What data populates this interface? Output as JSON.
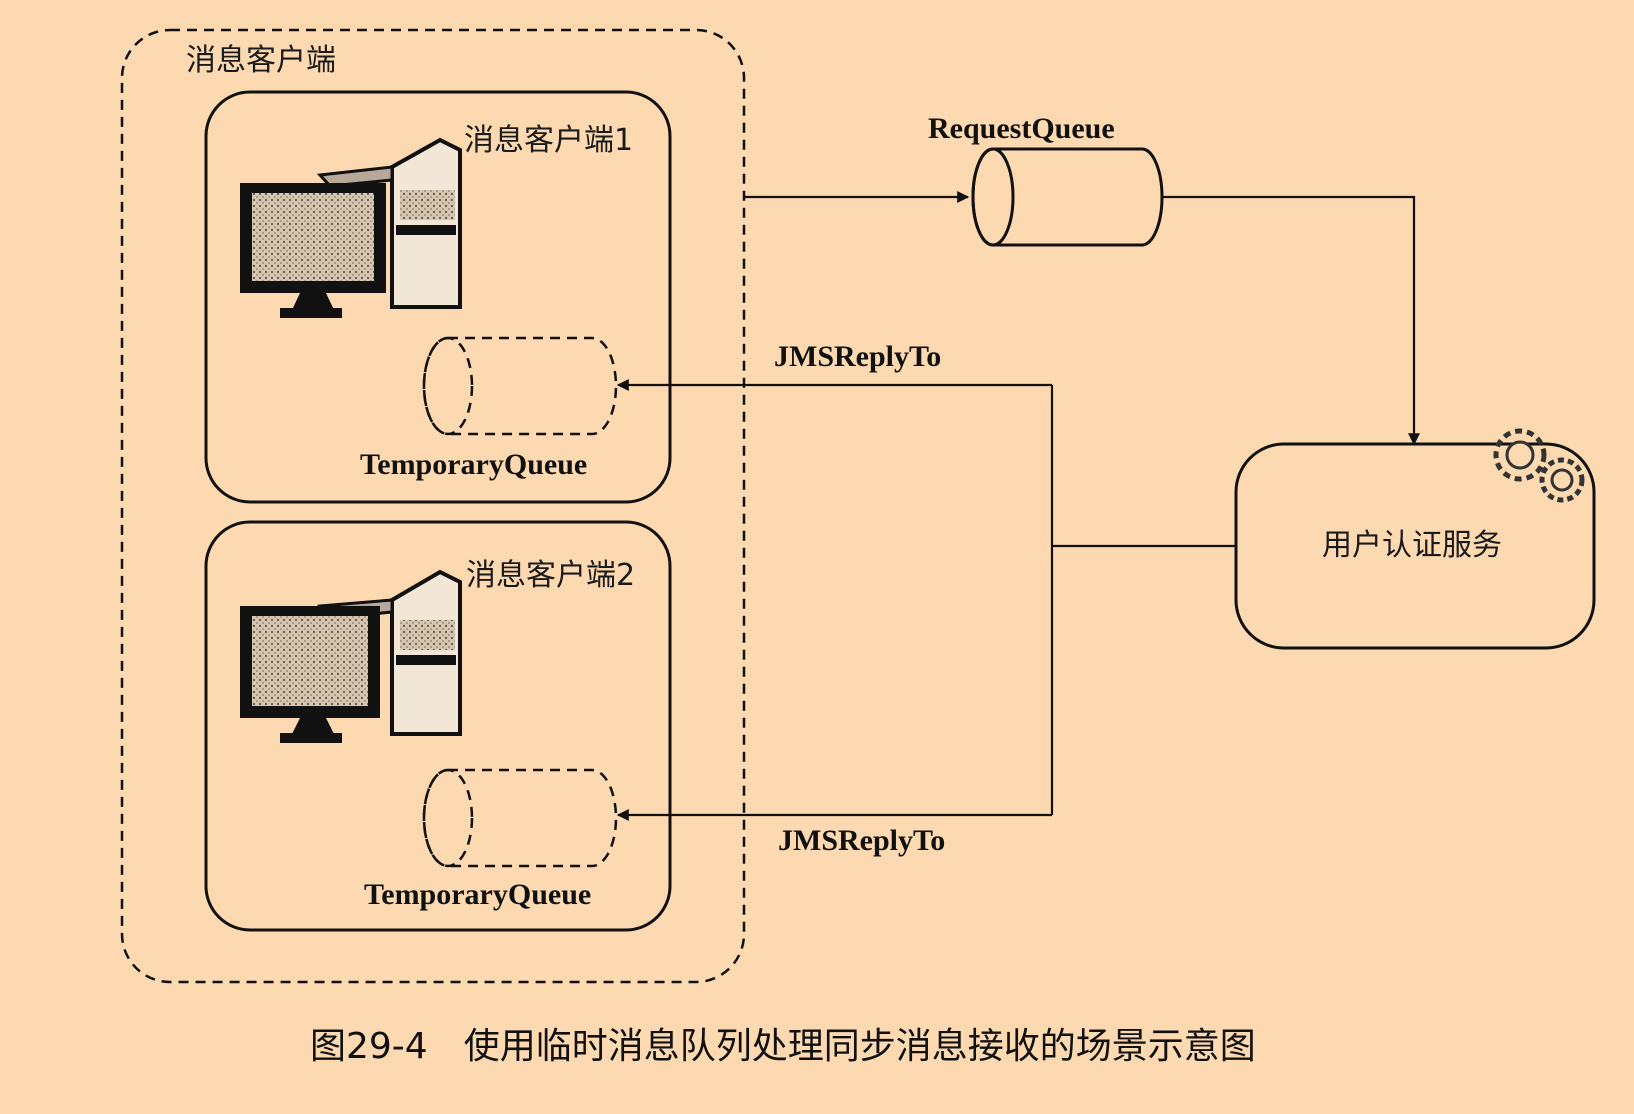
{
  "outer_group": {
    "label": "消息客户端"
  },
  "clients": [
    {
      "label": "消息客户端1",
      "queue_label": "TemporaryQueue"
    },
    {
      "label": "消息客户端2",
      "queue_label": "TemporaryQueue"
    }
  ],
  "request_queue": {
    "label": "RequestQueue"
  },
  "service": {
    "label": "用户认证服务"
  },
  "reply_labels": [
    "JMSReplyTo",
    "JMSReplyTo"
  ],
  "caption": "图29-4　使用临时消息队列处理同步消息接收的场景示意图",
  "colors": {
    "background": "#fcd9b0",
    "ink": "#111111"
  }
}
